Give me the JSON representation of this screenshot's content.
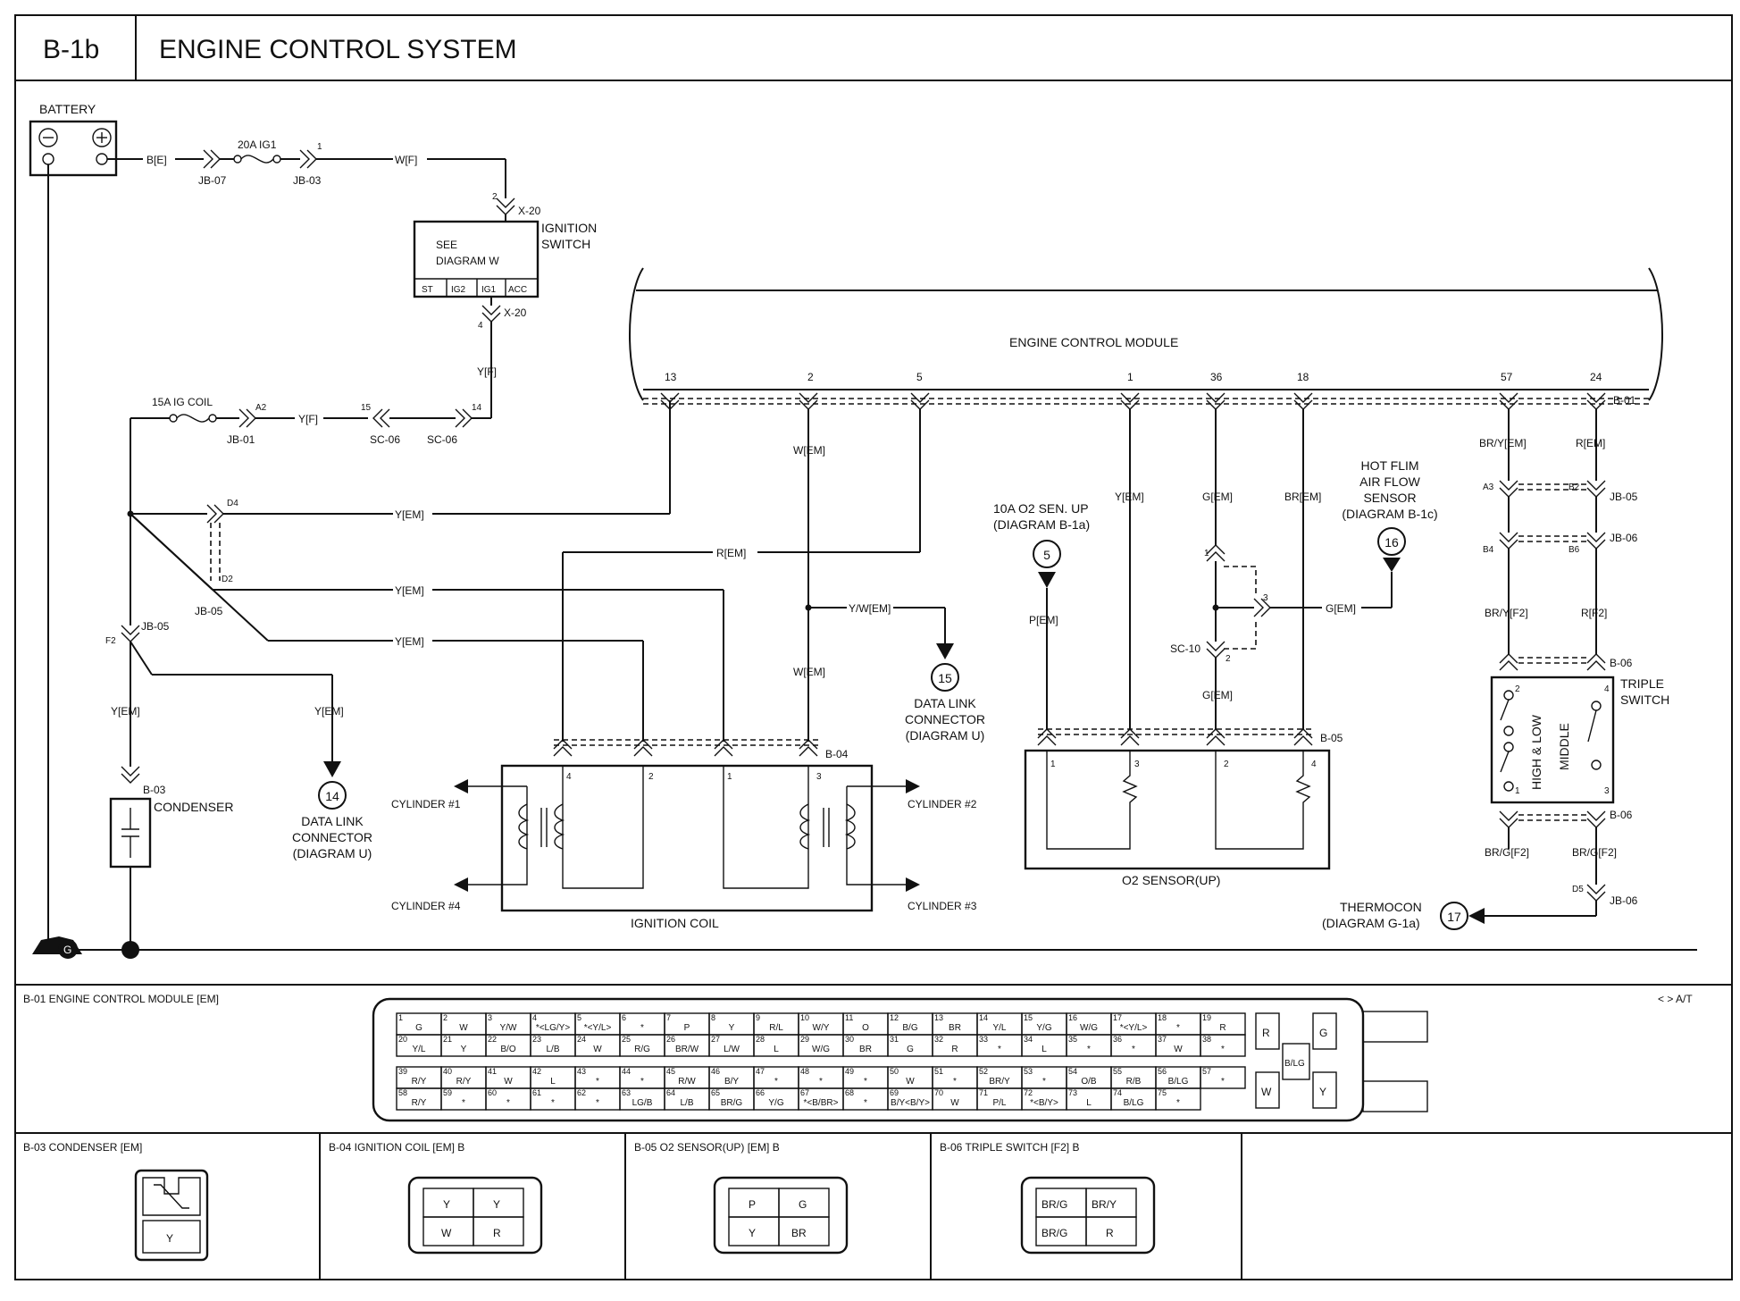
{
  "header": {
    "code": "B-1b",
    "title": "ENGINE CONTROL SYSTEM"
  },
  "battery": {
    "label": "BATTERY",
    "wire": "B[E]"
  },
  "fuse_ig1": {
    "label": "20A IG1",
    "jb_in": "JB-07",
    "jb_out": "JB-03",
    "pin": "1"
  },
  "wire_w_f": "W[F]",
  "ignition_switch": {
    "label_line1": "IGNITION",
    "label_line2": "SWITCH",
    "see_line1": "SEE",
    "see_line2": "DIAGRAM W",
    "terminals": [
      "ST",
      "IG2",
      "IG1",
      "ACC"
    ],
    "connector_top": "X-20",
    "pin_top": "2",
    "connector_bottom": "X-20",
    "pin_bottom": "4"
  },
  "wire_y_f": "Y[F]",
  "fuse_ig_coil": {
    "label": "15A IG COIL",
    "pin": "A2",
    "jb": "JB-01",
    "sc_left": "SC-06",
    "sc_right": "SC-06",
    "pin_left": "15",
    "pin_right": "14"
  },
  "ecm": {
    "title": "ENGINE CONTROL MODULE",
    "pins": [
      "13",
      "2",
      "5",
      "1",
      "36",
      "18",
      "57",
      "24"
    ],
    "connector": "B-01"
  },
  "splice": {
    "d4": "D4",
    "d2": "D2",
    "jb": "JB-05",
    "f2": "F2",
    "jb_f2": "JB-05"
  },
  "wires": {
    "y_em": "Y[EM]",
    "w_em": "W[EM]",
    "r_em": "R[EM]",
    "yw_em": "Y/W[EM]",
    "p_em": "P[EM]",
    "g_em": "G[EM]",
    "br_em": "BR[EM]",
    "bry_em": "BR/Y[EM]",
    "r_em2": "R[EM]",
    "bry_f2": "BR/Y[F2]",
    "r_f2": "R[F2]",
    "brg_f2": "BR/G[F2]"
  },
  "condenser": {
    "label": "CONDENSER",
    "connector": "B-03"
  },
  "ref14": {
    "num": "14",
    "line1": "DATA LINK",
    "line2": "CONNECTOR",
    "line3": "(DIAGRAM  U)"
  },
  "ref15": {
    "num": "15",
    "line1": "DATA LINK",
    "line2": "CONNECTOR",
    "line3": "(DIAGRAM U)"
  },
  "ref5": {
    "num": "5",
    "line1": "10A O2 SEN. UP",
    "line2": "(DIAGRAM  B-1a)"
  },
  "ref16": {
    "num": "16",
    "line1": "HOT FLIM",
    "line2": "AIR FLOW",
    "line3": "SENSOR",
    "line4": "(DIAGRAM  B-1c)"
  },
  "ref17": {
    "num": "17",
    "line1": "THERMOCON",
    "line2": "(DIAGRAM  G-1a)"
  },
  "ignition_coil": {
    "label": "IGNITION COIL",
    "connector": "B-04",
    "pins": [
      "4",
      "2",
      "1",
      "3"
    ],
    "cyl1": "CYLINDER #1",
    "cyl2": "CYLINDER #2",
    "cyl3": "CYLINDER #3",
    "cyl4": "CYLINDER #4"
  },
  "o2_sensor": {
    "label": "O2 SENSOR(UP)",
    "connector": "B-05",
    "pins": [
      "1",
      "3",
      "2",
      "4"
    ],
    "sc": "SC-10",
    "sc_pins": [
      "1",
      "3",
      "2"
    ]
  },
  "triple_switch": {
    "label_line1": "TRIPLE",
    "label_line2": "SWITCH",
    "high_low": "HIGH & LOW",
    "middle": "MIDDLE",
    "connector_top": "B-06",
    "connector_bottom": "B-06",
    "pins": [
      "2",
      "4",
      "1",
      "3"
    ]
  },
  "jb_links": {
    "a3": "A3",
    "b2": "B2",
    "jb05": "JB-05",
    "b4": "B4",
    "b6": "B6",
    "jb06": "JB-06",
    "d5": "D5",
    "jb06b": "JB-06"
  },
  "ground": {
    "symbol": "G"
  },
  "ecm_connector": {
    "title": "B-01 ENGINE CONTROL MODULE [EM]",
    "legend": "< > A/T",
    "row1": [
      "G",
      "W",
      "Y/W",
      "*<LG/Y>",
      "*<Y/L>",
      "*",
      "P",
      "Y",
      "R/L",
      "W/Y",
      "O",
      "B/G",
      "BR",
      "Y/L",
      "Y/G",
      "W/G",
      "*<Y/L>",
      "*",
      "R"
    ],
    "row2": [
      "Y/L",
      "Y",
      "B/O",
      "L/B",
      "W",
      "R/G",
      "BR/W",
      "L/W",
      "L",
      "W/G",
      "BR",
      "G",
      "R",
      "*",
      "L",
      "*",
      "*",
      "W",
      "*"
    ],
    "row3": [
      "R/Y",
      "R/Y",
      "W",
      "L",
      "*",
      "*",
      "R/W",
      "B/Y",
      "*",
      "*",
      "*",
      "W",
      "*",
      "BR/Y",
      "*",
      "O/B",
      "R/B",
      "B/LG",
      "*"
    ],
    "row4": [
      "R/Y",
      "*",
      "*",
      "*",
      "*",
      "LG/B",
      "L/B",
      "BR/G",
      "Y/G",
      "*<B/BR>",
      "*",
      "B/Y<B/Y>",
      "W",
      "P/L",
      "*<B/Y>",
      "L",
      "B/LG",
      "*"
    ],
    "side": [
      "R",
      "G",
      "B/LG",
      "W",
      "Y"
    ]
  },
  "connectors": [
    {
      "title": "B-03 CONDENSER [EM]",
      "cells": [
        "Y"
      ]
    },
    {
      "title": "B-04 IGNITION COIL [EM] B",
      "cells": [
        "Y",
        "Y",
        "W",
        "R"
      ]
    },
    {
      "title": "B-05 O2 SENSOR(UP) [EM] B",
      "cells": [
        "P",
        "G",
        "Y",
        "BR"
      ]
    },
    {
      "title": "B-06 TRIPLE SWITCH [F2] B",
      "cells": [
        "BR/G",
        "BR/Y",
        "BR/G",
        "R"
      ]
    }
  ]
}
